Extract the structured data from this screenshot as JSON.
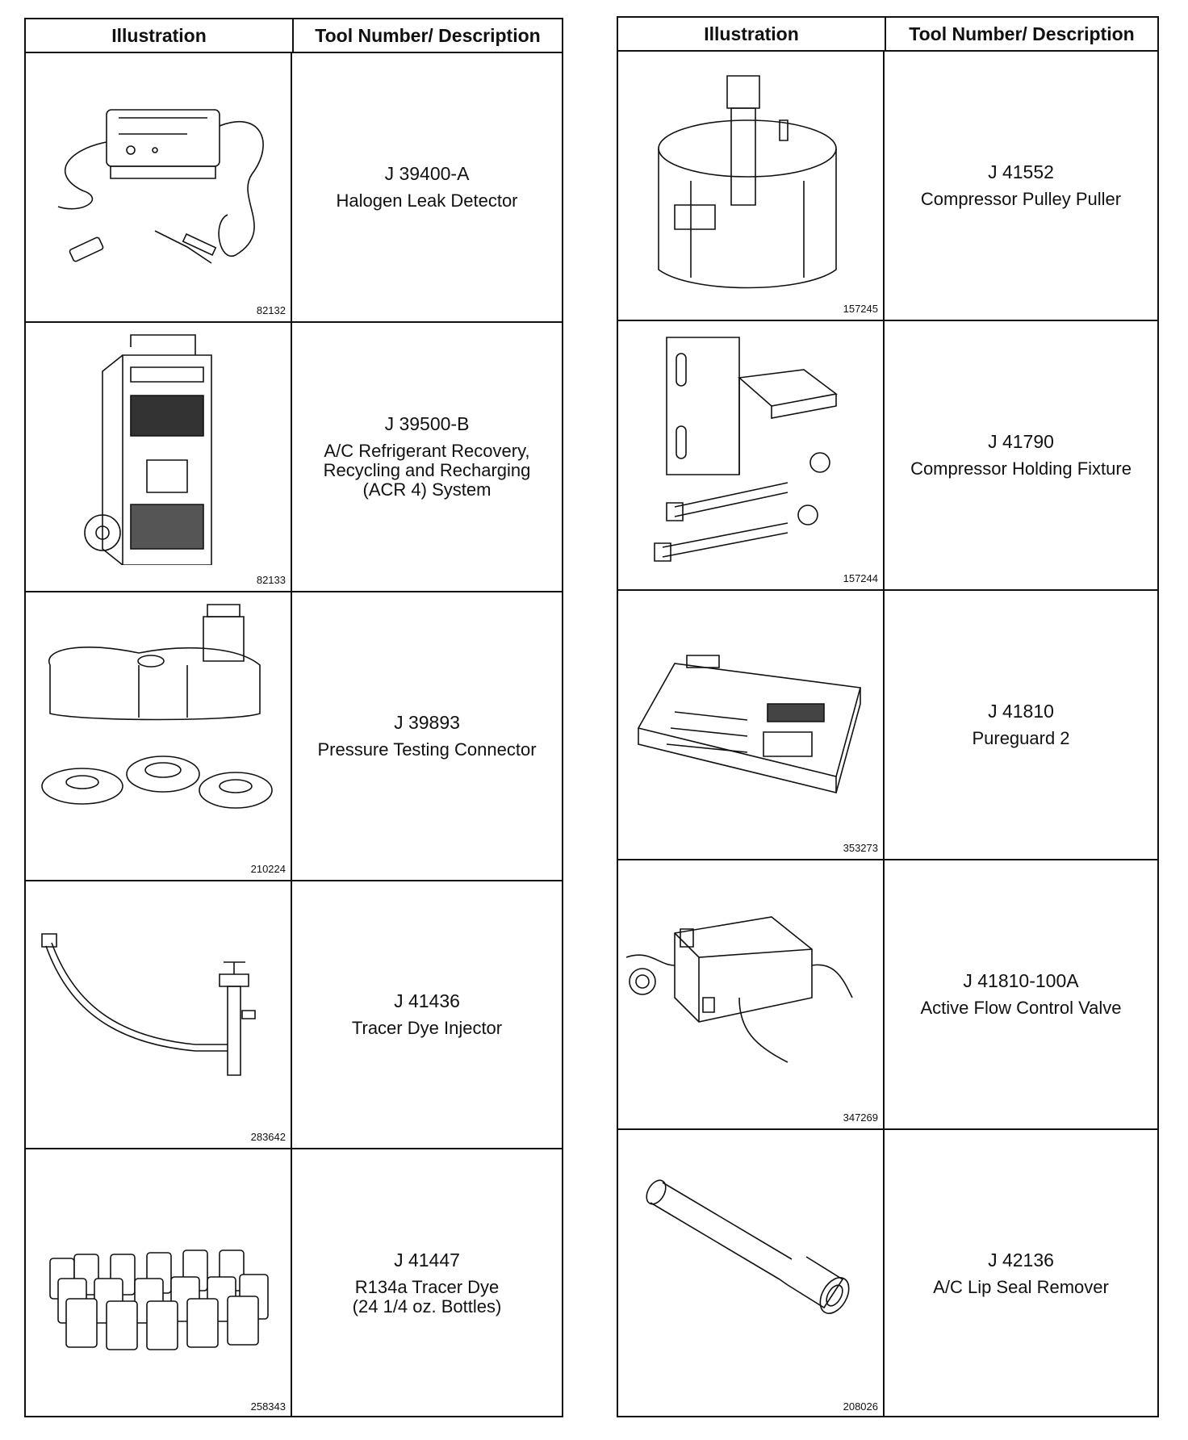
{
  "header": {
    "illustration_label": "Illustration",
    "description_label": "Tool Number/ Description"
  },
  "left_rows": [
    {
      "tool_number": "J 39400-A",
      "description": "Halogen Leak Detector",
      "figure_id": "82132",
      "icon": "leak-detector-icon"
    },
    {
      "tool_number": "J 39500-B",
      "description": "A/C Refrigerant Recovery,\nRecycling and Recharging\n(ACR 4) System",
      "figure_id": "82133",
      "icon": "recovery-machine-icon"
    },
    {
      "tool_number": "J 39893",
      "description": "Pressure Testing Connector",
      "figure_id": "210224",
      "icon": "pressure-connector-icon"
    },
    {
      "tool_number": "J 41436",
      "description": "Tracer Dye Injector",
      "figure_id": "283642",
      "icon": "dye-injector-icon"
    },
    {
      "tool_number": "J 41447",
      "description": "R134a Tracer Dye\n(24 1/4 oz. Bottles)",
      "figure_id": "258343",
      "icon": "dye-bottles-icon"
    }
  ],
  "right_rows": [
    {
      "tool_number": "J 41552",
      "description": "Compressor Pulley Puller",
      "figure_id": "157245",
      "icon": "pulley-puller-icon"
    },
    {
      "tool_number": "J 41790",
      "description": "Compressor Holding Fixture",
      "figure_id": "157244",
      "icon": "holding-fixture-icon"
    },
    {
      "tool_number": "J 41810",
      "description": "Pureguard 2",
      "figure_id": "353273",
      "icon": "pureguard-icon"
    },
    {
      "tool_number": "J 41810-100A",
      "description": "Active Flow Control Valve",
      "figure_id": "347269",
      "icon": "flow-valve-icon"
    },
    {
      "tool_number": "J 42136",
      "description": "A/C Lip Seal Remover",
      "figure_id": "208026",
      "icon": "seal-remover-icon"
    }
  ]
}
